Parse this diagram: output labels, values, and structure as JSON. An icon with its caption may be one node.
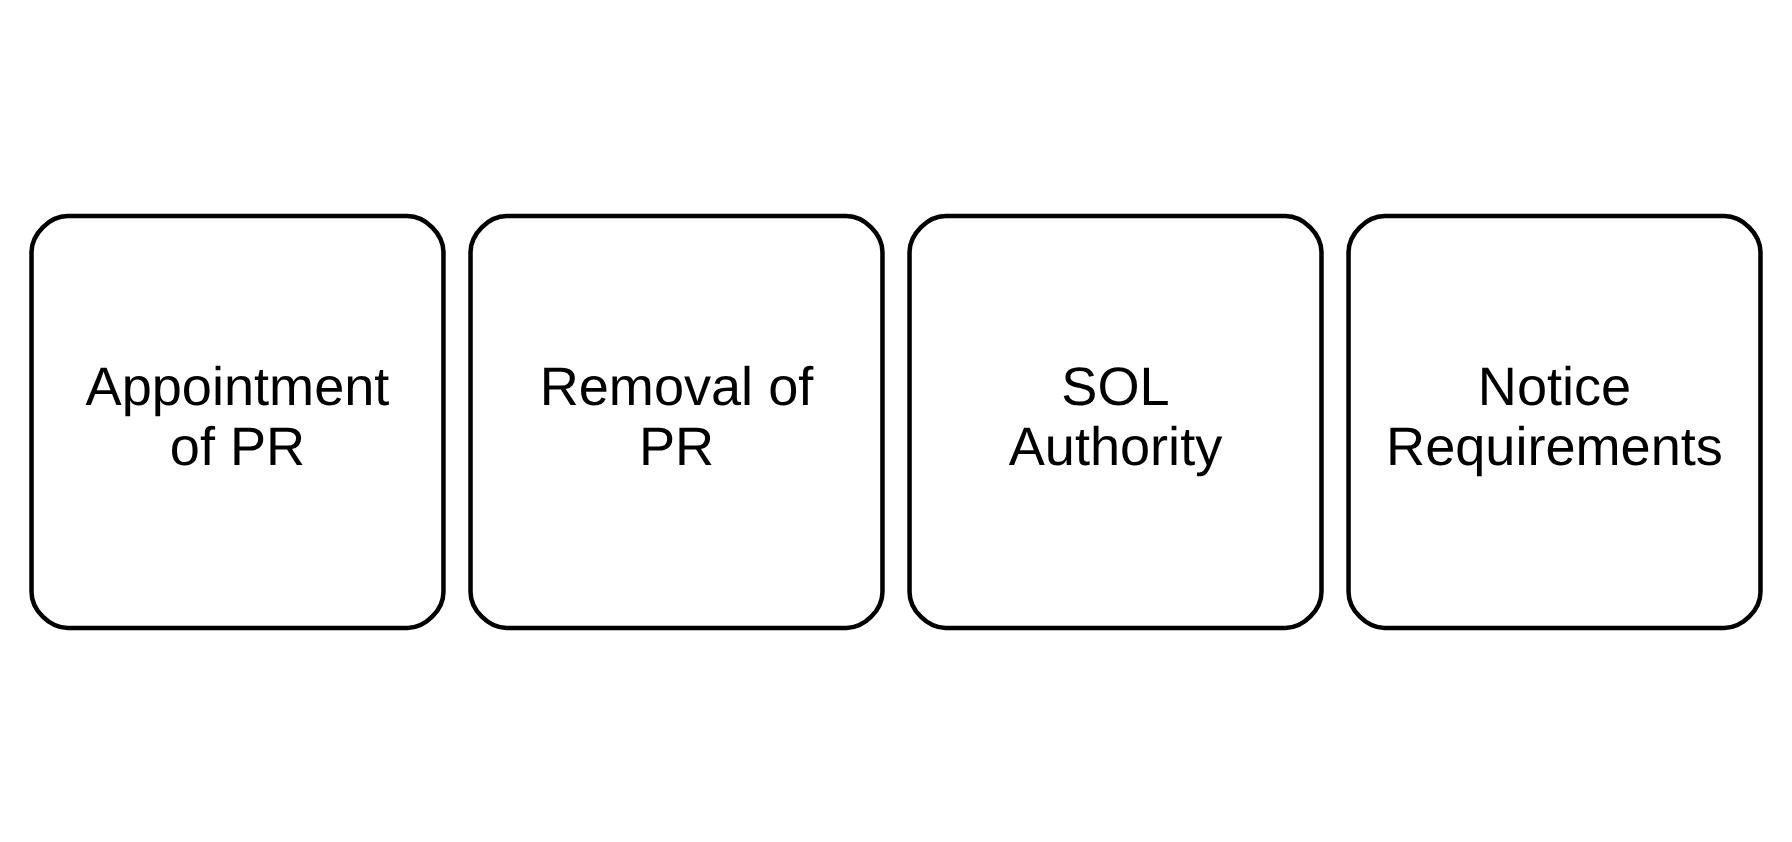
{
  "diagram": {
    "nodes": [
      {
        "text": [
          "Appointment of PR"
        ]
      },
      {
        "text": [
          "Removal of PR"
        ]
      },
      {
        "text": [
          "SOL Authority"
        ]
      },
      {
        "text": [
          "Notice Requirements"
        ]
      }
    ],
    "edges": []
  }
}
